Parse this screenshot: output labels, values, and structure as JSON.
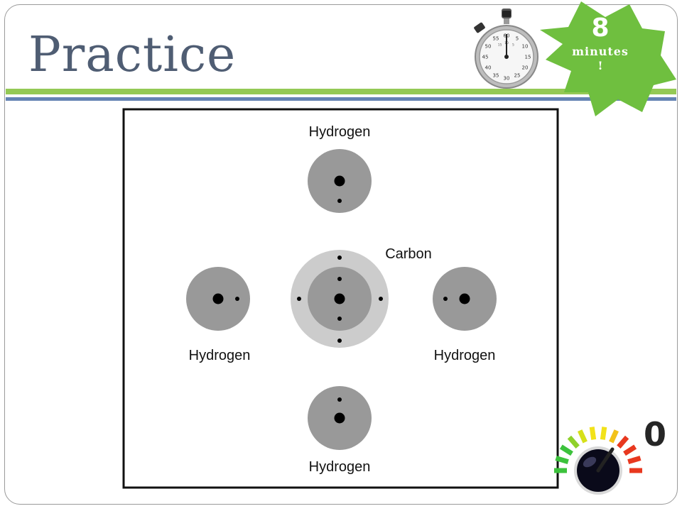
{
  "slide": {
    "title": "Practice",
    "score": "0"
  },
  "timer": {
    "value": "8",
    "unit": "minutes",
    "suffix": "!"
  },
  "stopwatch": {
    "icon": "stopwatch-icon",
    "dial_numbers": [
      "60",
      "5",
      "10",
      "15",
      "20",
      "25",
      "30",
      "35",
      "40",
      "45",
      "50",
      "55"
    ],
    "inner_numbers": [
      "15",
      "10",
      "5"
    ]
  },
  "diagram": {
    "labels": {
      "top": "Hydrogen",
      "left": "Hydrogen",
      "right": "Hydrogen",
      "bottom": "Hydrogen",
      "center": "Carbon"
    }
  },
  "gauge": {
    "icon": "gauge-meter-icon"
  },
  "colors": {
    "title": "#4f5d73",
    "rule_green": "#94c955",
    "rule_blue": "#6584b4",
    "star": "#6fbf3f",
    "atom_gray": "#999999",
    "carbon_outer": "#cccccc"
  }
}
